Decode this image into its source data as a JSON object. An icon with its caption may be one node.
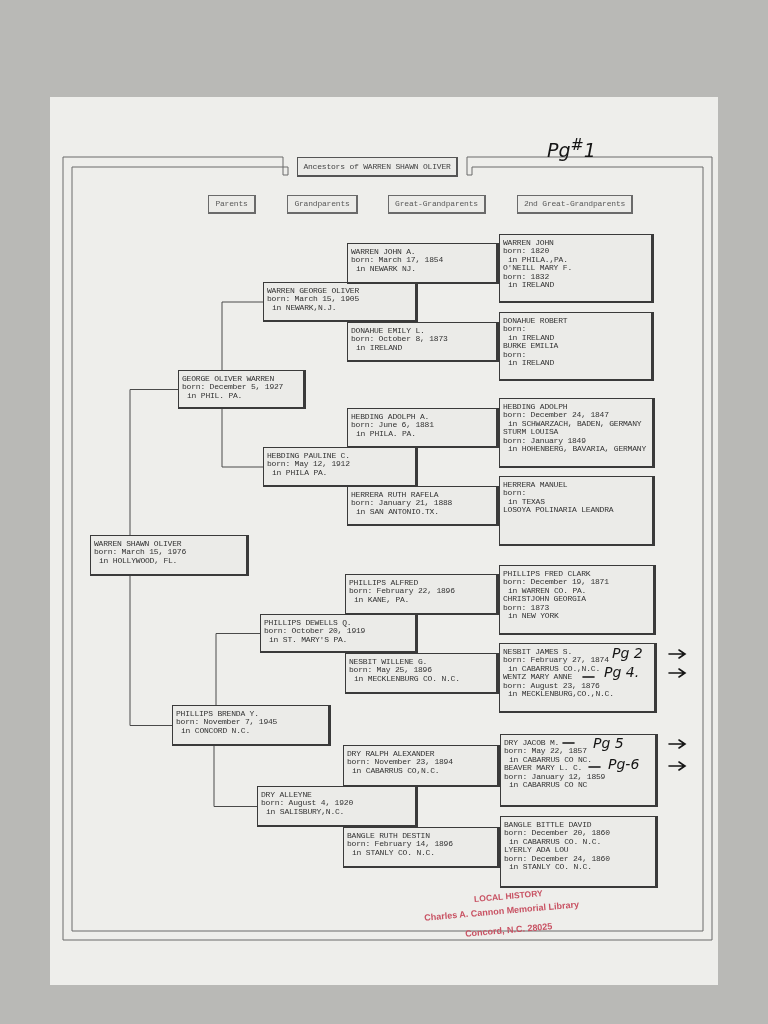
{
  "diagram": {
    "title": "Ancestors of WARREN SHAWN OLIVER",
    "nodes": [
      {
        "text": [
          "Parents"
        ]
      },
      {
        "text": [
          "Grandparents"
        ]
      },
      {
        "text": [
          "Great-Grandparents"
        ]
      },
      {
        "text": [
          "2nd Great-Grandparents"
        ]
      },
      {
        "text": [
          "WARREN SHAWN OLIVER",
          "born: March 15, 1976",
          "in HOLLYWOOD, FL."
        ]
      },
      {
        "text": [
          "GEORGE OLIVER WARREN",
          "born: December 5, 1927",
          "in PHIL. PA."
        ]
      },
      {
        "text": [
          "PHILLIPS BRENDA Y.",
          "born: November 7, 1945",
          "in CONCORD N.C."
        ]
      },
      {
        "text": [
          "WARREN GEORGE OLIVER",
          "born: March 15, 1905",
          "in NEWARK,N.J."
        ]
      },
      {
        "text": [
          "HEBDING PAULINE C.",
          "born: May 12, 1912",
          "in PHILA PA."
        ]
      },
      {
        "text": [
          "PHILLIPS DEWELLS Q.",
          "born: October 20, 1919",
          "in ST. MARY'S PA."
        ]
      },
      {
        "text": [
          "DRY ALLEYNE",
          "born: August 4, 1920",
          "in SALISBURY,N.C."
        ]
      },
      {
        "text": [
          "WARREN JOHN A.",
          "born: March 17, 1854",
          "in NEWARK NJ."
        ]
      },
      {
        "text": [
          "DONAHUE EMILY L.",
          "born: October 8, 1873",
          "in IRELAND"
        ]
      },
      {
        "text": [
          "HEBDING ADOLPH A.",
          "born: June 6, 1881",
          "in PHILA. PA."
        ]
      },
      {
        "text": [
          "HERRERA RUTH RAFELA",
          "born: January 21, 1888",
          "in SAN ANTONIO.TX."
        ]
      },
      {
        "text": [
          "PHILLIPS ALFRED",
          "born: February 22, 1896",
          "in KANE, PA."
        ]
      },
      {
        "text": [
          "NESBIT WILLENE G.",
          "born: May 25, 1896",
          "in MECKLENBURG CO. N.C."
        ]
      },
      {
        "text": [
          "DRY RALPH ALEXANDER",
          "born: November 23, 1894",
          "in CABARRUS CO,N.C."
        ]
      },
      {
        "text": [
          "BANGLE RUTH DESTIN",
          "born: February 14, 1896",
          "in STANLY CO. N.C."
        ]
      },
      {
        "text": [
          "WARREN JOHN",
          "born: 1820",
          "in PHILA.,PA.",
          "O'NEILL MARY F.",
          "born: 1832",
          "in IRELAND"
        ]
      },
      {
        "text": [
          "DONAHUE ROBERT",
          "born:",
          "in IRELAND",
          "BURKE EMILIA",
          "born:",
          "in IRELAND"
        ]
      },
      {
        "text": [
          "HEBDING ADOLPH",
          "born: December 24, 1847",
          "in SCHWARZACH, BADEN, GERMANY",
          "STURM LOUISA",
          "born: January 1849",
          "in HOHENBERG, BAVARIA, GERMANY"
        ]
      },
      {
        "text": [
          "HERRERA MANUEL",
          "born:",
          "in TEXAS",
          "LOSOYA POLINARIA LEANDRA"
        ]
      },
      {
        "text": [
          "PHILLIPS FRED CLARK",
          "born: December 19, 1871",
          "in WARREN CO. PA.",
          "CHRISTJOHN GEORGIA",
          "born: 1873",
          "in NEW YORK"
        ]
      },
      {
        "text": [
          "NESBIT JAMES S.",
          "born: February 27, 1874",
          "in CABARRUS CO.,N.C.",
          "WENTZ MARY ANNE",
          "born: August 23, 1876",
          "in MECKLENBURG,CO.,N.C."
        ]
      },
      {
        "text": [
          "DRY JACOB M.",
          "born: May 22, 1857",
          "in CABARRUS CO NC.",
          "BEAVER MARY L. C.",
          "born: January 12, 1859",
          "in CABARRUS CO NC"
        ]
      },
      {
        "text": [
          "BANGLE BITTLE DAVID",
          "born: December 20, 1860",
          "in CABARRUS CO. N.C.",
          "LYERLY ADA LOU",
          "born: December 24, 1860",
          "in STANLY CO. N.C."
        ]
      }
    ],
    "edges": [
      {
        "from": 4,
        "to": 5,
        "arrow": "none"
      },
      {
        "from": 4,
        "to": 6,
        "arrow": "none"
      },
      {
        "from": 5,
        "to": 7,
        "arrow": "none"
      },
      {
        "from": 5,
        "to": 8,
        "arrow": "none"
      },
      {
        "from": 6,
        "to": 9,
        "arrow": "none"
      },
      {
        "from": 6,
        "to": 10,
        "arrow": "none"
      }
    ],
    "labels": [
      "Pg$^{#}$1",
      "Pg 2",
      "Pg 4.",
      "Pg 5",
      "Pg-6",
      "LOCAL HISTORY",
      "Charles A. Cannon Memorial Library",
      "Concord, N.C. 28025"
    ]
  }
}
